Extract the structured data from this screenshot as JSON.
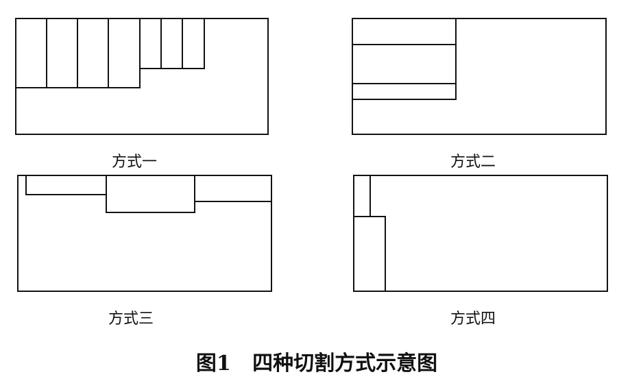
{
  "panels": [
    {
      "label": "方式一"
    },
    {
      "label": "方式二"
    },
    {
      "label": "方式三"
    },
    {
      "label": "方式四"
    }
  ],
  "caption": "图1   四种切割方式示意图",
  "colors": {
    "stroke": "#111111",
    "background": "#ffffff"
  }
}
